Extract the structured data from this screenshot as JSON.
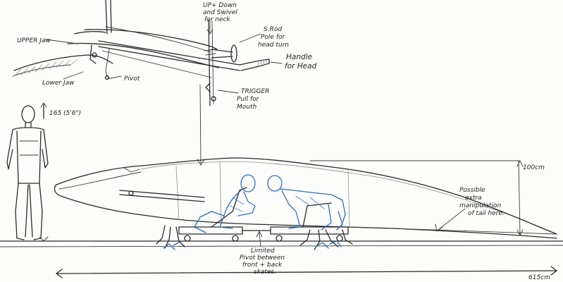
{
  "labels": {
    "up_down": "UP+ Down",
    "and_swivel": "and Swivel",
    "for_neck": "for neck",
    "s_rod": "S.Rod",
    "pole_for": "Pole for",
    "head_turn": "head turn",
    "handle": "Handle",
    "for_head": "for Head",
    "upper_jaw": "UPPER Jaw",
    "lower_jaw": "Lower Jaw",
    "pivot": "Pivot",
    "trigger": "TRIGGER",
    "pull_for": "Pull for",
    "mouth": "Mouth",
    "height": "165 (5'6\")",
    "height_100": "100cm",
    "possible_1": "Possible",
    "possible_2": "extra",
    "possible_3": "manipulation",
    "possible_4": "of tail here.",
    "limited_1": "Limited",
    "limited_2": "Pivot between",
    "limited_3": "front + back",
    "limited_4": "skates.",
    "length": "615cm"
  }
}
